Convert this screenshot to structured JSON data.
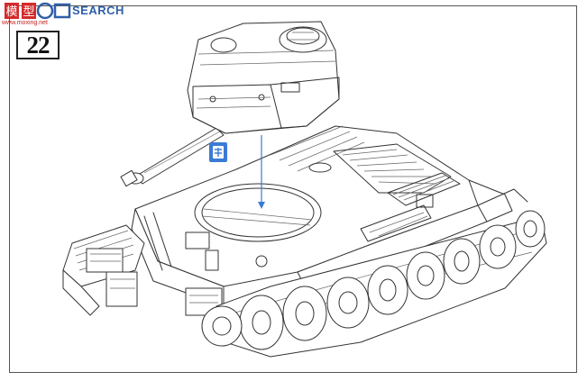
{
  "header": {
    "watermark_chars": "模型",
    "watermark_text": "SEARCH",
    "watermark_url": "www.moxing.net"
  },
  "step": {
    "number": "22"
  },
  "colors": {
    "guide": "#3a7bd5",
    "line": "#333333",
    "watermark": "#2f5fa8"
  },
  "icons": {
    "attach_marker": "part-attach-icon"
  }
}
